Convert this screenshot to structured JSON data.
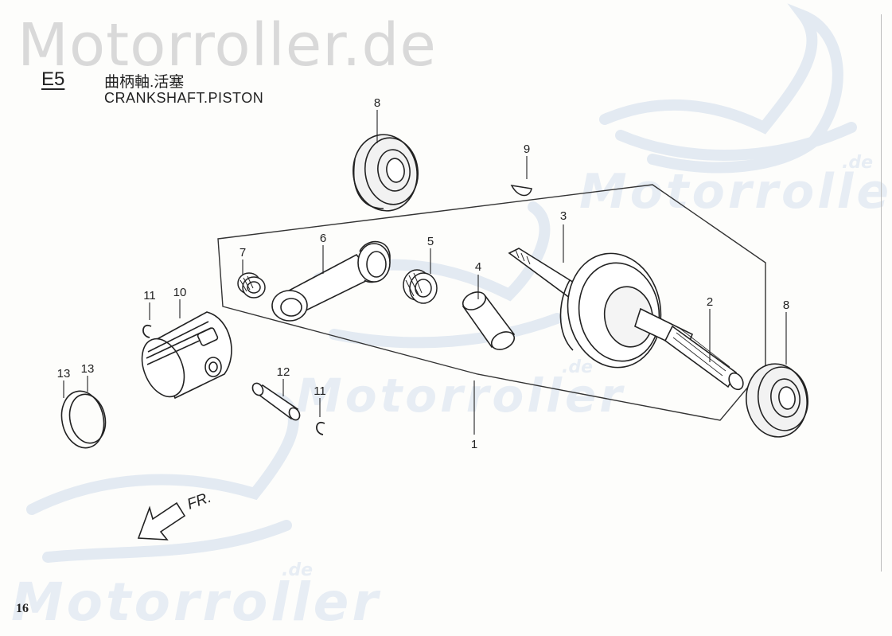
{
  "watermark": {
    "main": "Motorroller.de",
    "brand": "Motorroller",
    "suffix": ".de"
  },
  "section": {
    "code": "E5",
    "title_cn": "曲柄軸.活塞",
    "title_en": "CRANKSHAFT.PISTON"
  },
  "callouts": {
    "c1": "1",
    "c2": "2",
    "c3": "3",
    "c4": "4",
    "c5": "5",
    "c6": "6",
    "c7": "7",
    "c8a": "8",
    "c8b": "8",
    "c9": "9",
    "c10": "10",
    "c11a": "11",
    "c11b": "11",
    "c12": "12",
    "c13a": "13",
    "c13b": "13"
  },
  "direction": {
    "label": "FR."
  },
  "page_number": "16"
}
